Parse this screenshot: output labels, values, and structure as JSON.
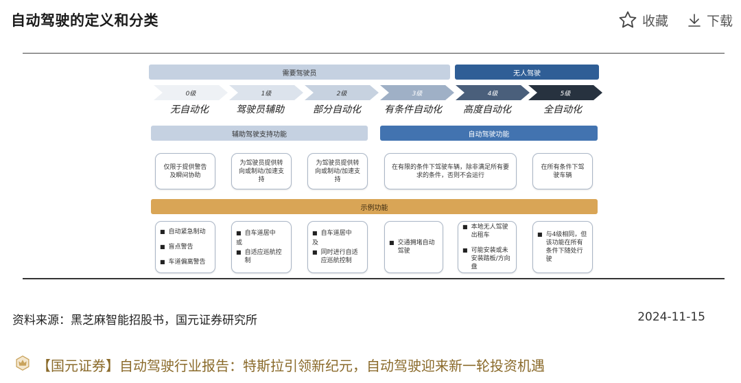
{
  "header": {
    "title": "自动驾驶的定义和分类",
    "favorite_label": "收藏",
    "download_label": "下载"
  },
  "figure": {
    "top_bars": {
      "need_driver": "需要驾驶员",
      "no_driver": "无人驾驶"
    },
    "levels": [
      {
        "tag": "0级",
        "name": "无自动化"
      },
      {
        "tag": "1级",
        "name": "驾驶员辅助"
      },
      {
        "tag": "2级",
        "name": "部分自动化"
      },
      {
        "tag": "3级",
        "name": "有条件自动化"
      },
      {
        "tag": "4级",
        "name": "高度自动化"
      },
      {
        "tag": "5级",
        "name": "全自动化"
      }
    ],
    "function_bars": {
      "assist": "辅助驾驶支持功能",
      "auto": "自动驾驶功能"
    },
    "descriptions": [
      "仅限于提供警告及瞬间协助",
      "为驾驶员提供转向或制动/加速支持",
      "为驾驶员提供转向或制动/加速支持",
      "在有限的条件下驾驶车辆，除非满足所有要求的条件，否则不会运行",
      "在所有条件下驾驶车辆"
    ],
    "example_bar": "示例功能",
    "examples": [
      {
        "items": [
          "自动紧急制动",
          "盲点警告",
          "车道偏离警告"
        ],
        "between": ""
      },
      {
        "items": [
          "自车道居中",
          "自适应巡航控制"
        ],
        "between": "或"
      },
      {
        "items": [
          "自车道居中",
          "同时进行自适应巡航控制"
        ],
        "between": "及"
      },
      {
        "items": [
          "交通拥堵自动驾驶"
        ],
        "between": ""
      },
      {
        "items": [
          "本地无人驾驶出租车",
          "可能安装或未安装踏板/方向盘"
        ],
        "between": ""
      },
      {
        "items": [
          "与4级相同，但该功能在所有条件下随处行驶"
        ],
        "between": ""
      }
    ]
  },
  "footer": {
    "source": "资料来源：黑芝麻智能招股书，国元证券研究所",
    "date": "2024-11-15",
    "report_link": "【国元证券】自动驾驶行业报告：特斯拉引领新纪元，自动驾驶迎来新一轮投资机遇"
  },
  "colors": {
    "accent_gold": "#d9a556",
    "blue_dark": "#2f5e96",
    "blue_light": "#c5d1e1",
    "report_text": "#8a6a2a"
  },
  "icons": [
    "star-outline-icon",
    "download-icon",
    "crown-badge-icon"
  ]
}
